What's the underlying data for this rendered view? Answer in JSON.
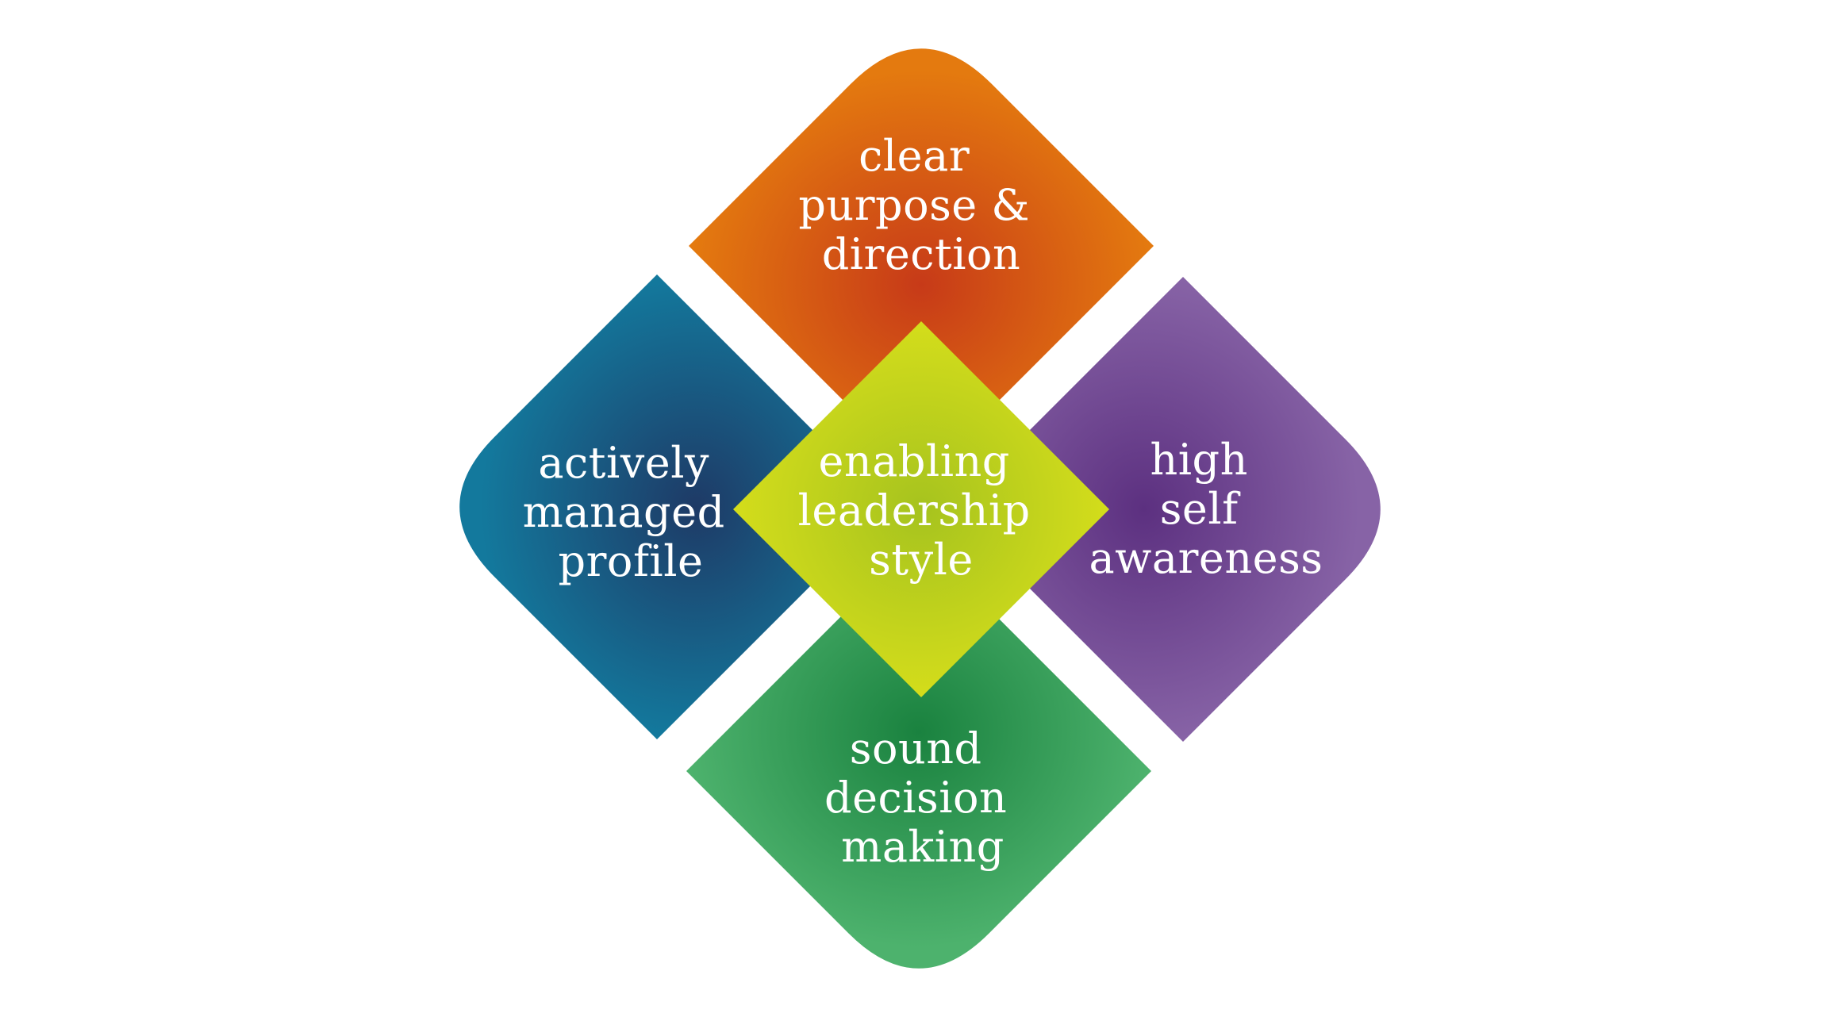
{
  "diagram": {
    "title": "",
    "center": {
      "id": "center",
      "lines": [
        "enabling",
        "leadership",
        "style"
      ],
      "color_inner": "#A6C31E",
      "color_outer": "#D4DD1B"
    },
    "petals": [
      {
        "id": "top",
        "lines": [
          "clear",
          "purpose &",
          "direction"
        ],
        "color_inner": "#C73A18",
        "color_outer": "#E47A0F"
      },
      {
        "id": "left",
        "lines": [
          "actively",
          "managed",
          "profile"
        ],
        "color_inner": "#1E3A66",
        "color_outer": "#13799D"
      },
      {
        "id": "right",
        "lines": [
          "high",
          "self",
          "awareness"
        ],
        "color_inner": "#5C3080",
        "color_outer": "#8763A6"
      },
      {
        "id": "bottom",
        "lines": [
          "sound",
          "decision",
          "making"
        ],
        "color_inner": "#1A823F",
        "color_outer": "#4DB26D"
      }
    ]
  }
}
